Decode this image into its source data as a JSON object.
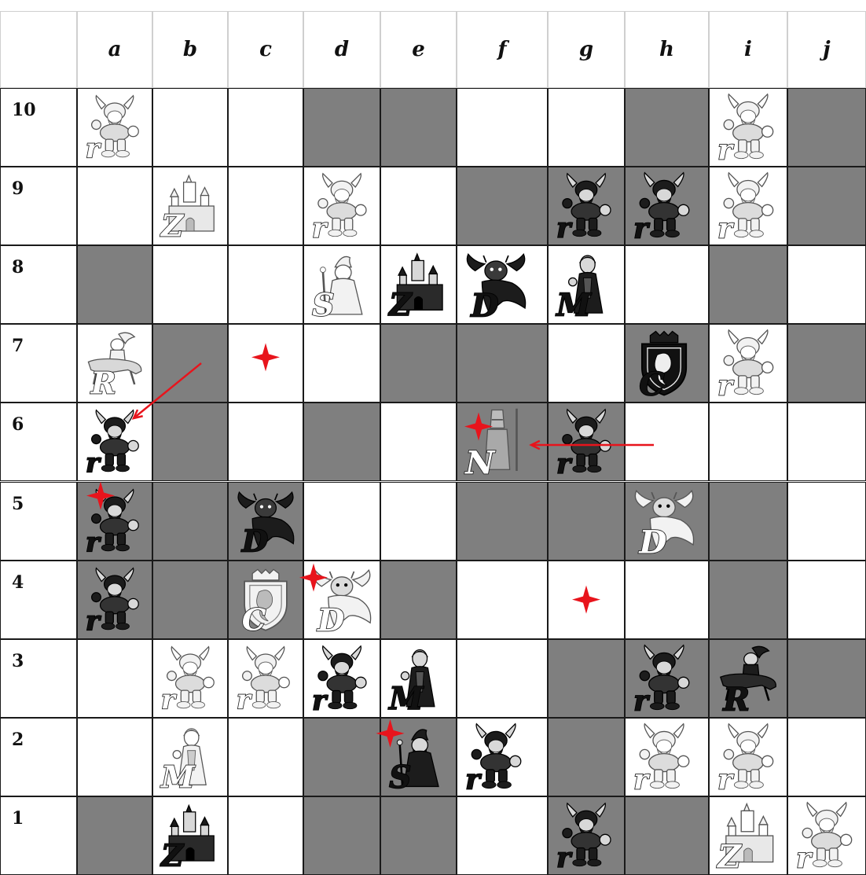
{
  "columns": [
    "a",
    "b",
    "c",
    "d",
    "e",
    "f",
    "g",
    "h",
    "i",
    "j"
  ],
  "column_labels": [
    "a",
    "b",
    "c",
    "d",
    "e",
    "f",
    "g",
    "h",
    "i",
    "j"
  ],
  "rows": [
    "10",
    "9",
    "8",
    "7",
    "6",
    "5",
    "4",
    "3",
    "2",
    "1"
  ],
  "dark_squares": [
    "d10",
    "e10",
    "h10",
    "j10",
    "f9",
    "g9",
    "h9",
    "j9",
    "a8",
    "i8",
    "b7",
    "e7",
    "f7",
    "h7",
    "j7",
    "b6",
    "d6",
    "f6",
    "g6",
    "a5",
    "b5",
    "c5",
    "f5",
    "g5",
    "h5",
    "i5",
    "a4",
    "b4",
    "c4",
    "e4",
    "i4",
    "g3",
    "h3",
    "i3",
    "j3",
    "d2",
    "e2",
    "g2",
    "a1",
    "d1",
    "e1",
    "g1",
    "h1"
  ],
  "pieces": [
    {
      "square": "a10",
      "type": "viking",
      "letter": "r",
      "side": "light"
    },
    {
      "square": "i10",
      "type": "viking",
      "letter": "r",
      "side": "light"
    },
    {
      "square": "b9",
      "type": "castle",
      "letter": "Z",
      "side": "light"
    },
    {
      "square": "d9",
      "type": "viking",
      "letter": "r",
      "side": "light"
    },
    {
      "square": "g9",
      "type": "viking",
      "letter": "r",
      "side": "dark"
    },
    {
      "square": "h9",
      "type": "viking",
      "letter": "r",
      "side": "dark"
    },
    {
      "square": "i9",
      "type": "viking",
      "letter": "r",
      "side": "light"
    },
    {
      "square": "d8",
      "type": "wizard",
      "letter": "S",
      "side": "light"
    },
    {
      "square": "e8",
      "type": "castle",
      "letter": "Z",
      "side": "dark"
    },
    {
      "square": "f8",
      "type": "dragon",
      "letter": "D",
      "side": "dark"
    },
    {
      "square": "g8",
      "type": "mage",
      "letter": "M",
      "side": "dark"
    },
    {
      "square": "a7",
      "type": "rider",
      "letter": "R",
      "side": "light"
    },
    {
      "square": "h7",
      "type": "crest",
      "letter": "C",
      "side": "dark"
    },
    {
      "square": "i7",
      "type": "viking",
      "letter": "r",
      "side": "light"
    },
    {
      "square": "a6",
      "type": "viking",
      "letter": "r",
      "side": "dark"
    },
    {
      "square": "f6",
      "type": "knight",
      "letter": "N",
      "side": "light"
    },
    {
      "square": "g6",
      "type": "viking",
      "letter": "r",
      "side": "dark"
    },
    {
      "square": "a5",
      "type": "viking",
      "letter": "r",
      "side": "dark"
    },
    {
      "square": "c5",
      "type": "dragon",
      "letter": "D",
      "side": "dark"
    },
    {
      "square": "h5",
      "type": "dragon",
      "letter": "D",
      "side": "light"
    },
    {
      "square": "a4",
      "type": "viking",
      "letter": "r",
      "side": "dark"
    },
    {
      "square": "c4",
      "type": "crest",
      "letter": "C",
      "side": "light"
    },
    {
      "square": "d4",
      "type": "dragon",
      "letter": "D",
      "side": "light"
    },
    {
      "square": "b3",
      "type": "viking",
      "letter": "r",
      "side": "light"
    },
    {
      "square": "c3",
      "type": "viking",
      "letter": "r",
      "side": "light"
    },
    {
      "square": "d3",
      "type": "viking",
      "letter": "r",
      "side": "dark"
    },
    {
      "square": "e3",
      "type": "mage",
      "letter": "M",
      "side": "dark"
    },
    {
      "square": "h3",
      "type": "viking",
      "letter": "r",
      "side": "dark"
    },
    {
      "square": "i3",
      "type": "rider",
      "letter": "R",
      "side": "dark"
    },
    {
      "square": "b2",
      "type": "mage",
      "letter": "M",
      "side": "light"
    },
    {
      "square": "e2",
      "type": "wizard",
      "letter": "S",
      "side": "dark"
    },
    {
      "square": "f2",
      "type": "viking",
      "letter": "r",
      "side": "dark"
    },
    {
      "square": "h2",
      "type": "viking",
      "letter": "r",
      "side": "light"
    },
    {
      "square": "i2",
      "type": "viking",
      "letter": "r",
      "side": "light"
    },
    {
      "square": "b1",
      "type": "castle",
      "letter": "Z",
      "side": "dark"
    },
    {
      "square": "g1",
      "type": "viking",
      "letter": "r",
      "side": "dark"
    },
    {
      "square": "i1",
      "type": "castle",
      "letter": "Z",
      "side": "light"
    },
    {
      "square": "j1",
      "type": "viking",
      "letter": "r",
      "side": "light"
    }
  ],
  "markers": [
    {
      "square": "c7",
      "icon": "star-icon"
    },
    {
      "square": "f6",
      "icon": "star-icon"
    },
    {
      "square": "a5",
      "icon": "star-icon"
    },
    {
      "square": "d4",
      "icon": "star-icon"
    },
    {
      "square": "g4",
      "icon": "star-icon"
    },
    {
      "square": "e2",
      "icon": "star-icon"
    }
  ],
  "arrows": [
    {
      "from": "b7",
      "to": "a6"
    },
    {
      "from": "h6",
      "to": "f6"
    }
  ],
  "colors": {
    "dark_square": "#7f7f7f",
    "light_square": "#ffffff",
    "grid": "#1a1a1a",
    "marker": "#e8141c",
    "arrow": "#e8141c"
  }
}
